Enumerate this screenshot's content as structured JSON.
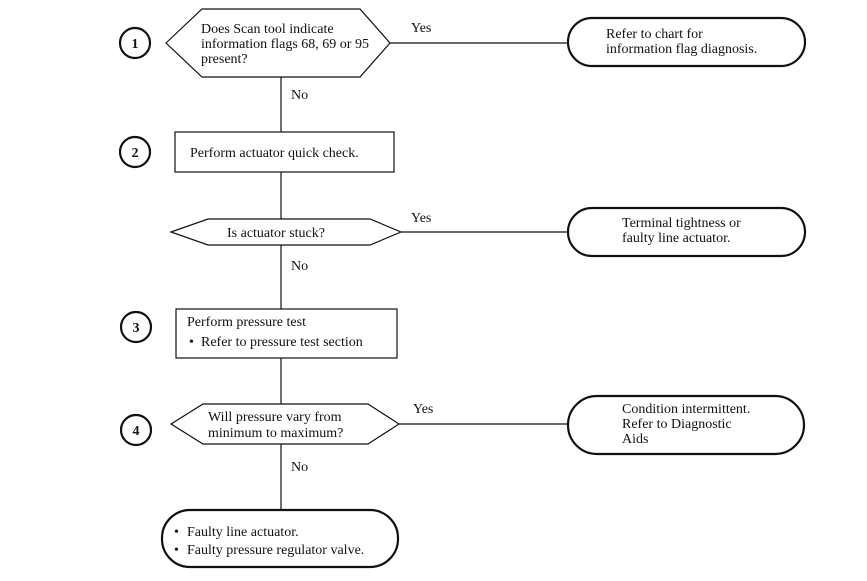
{
  "steps": [
    "1",
    "2",
    "3",
    "4"
  ],
  "decision1": {
    "lines": [
      "Does Scan tool indicate",
      "information flags 68, 69 or 95",
      "present?"
    ],
    "yes_label": "Yes",
    "no_label": "No",
    "yes_result": [
      "Refer to chart for",
      "information  flag diagnosis."
    ]
  },
  "action2": {
    "text": "Perform actuator quick check."
  },
  "decision2": {
    "text": "Is actuator stuck?",
    "yes_label": "Yes",
    "no_label": "No",
    "yes_result": [
      "Terminal tightness or",
      "faulty line actuator."
    ]
  },
  "action3": {
    "title": "Perform pressure test",
    "bullet": "Refer to pressure test section"
  },
  "decision4": {
    "lines": [
      "Will pressure vary from",
      "minimum to maximum?"
    ],
    "yes_label": "Yes",
    "no_label": "No",
    "yes_result": [
      "Condition intermittent.",
      "Refer to  Diagnostic",
      "Aids"
    ]
  },
  "final_result": {
    "items": [
      "Faulty line actuator.",
      "Faulty pressure regulator valve."
    ]
  },
  "bullet_char": "•"
}
